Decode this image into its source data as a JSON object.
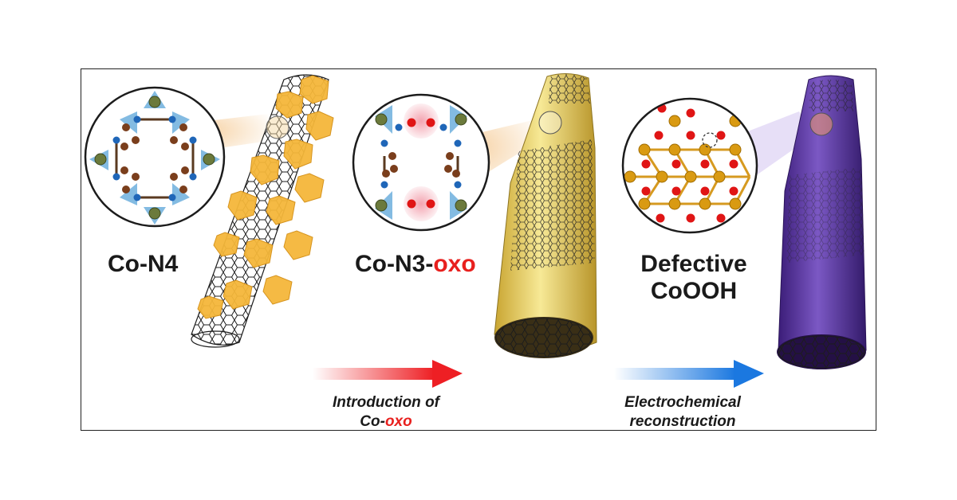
{
  "stages": [
    {
      "label": "Co-N4"
    },
    {
      "label_prefix": "Co-N3-",
      "label_highlight": "oxo"
    },
    {
      "label_line1": "Defective",
      "label_line2": "CoOOH"
    }
  ],
  "arrows": [
    {
      "caption_line1": "Introduction of",
      "caption_line2_prefix": "Co-",
      "caption_line2_highlight": "oxo"
    },
    {
      "caption_line1": "Electrochemical",
      "caption_line2": "reconstruction"
    }
  ],
  "colors": {
    "highlight": "#e8201e",
    "arrow1": "#ee1f24",
    "arrow2": "#1b78e0",
    "tube_gold": "#f3c23d",
    "tube_yellow": "#f1de7a",
    "tube_purple": "#5b33a6",
    "atom_brown": "#7a3e1c",
    "atom_blue": "#1f66b8",
    "atom_olive": "#6b7a3c",
    "atom_red": "#e01515",
    "atom_gold": "#d99a12"
  }
}
